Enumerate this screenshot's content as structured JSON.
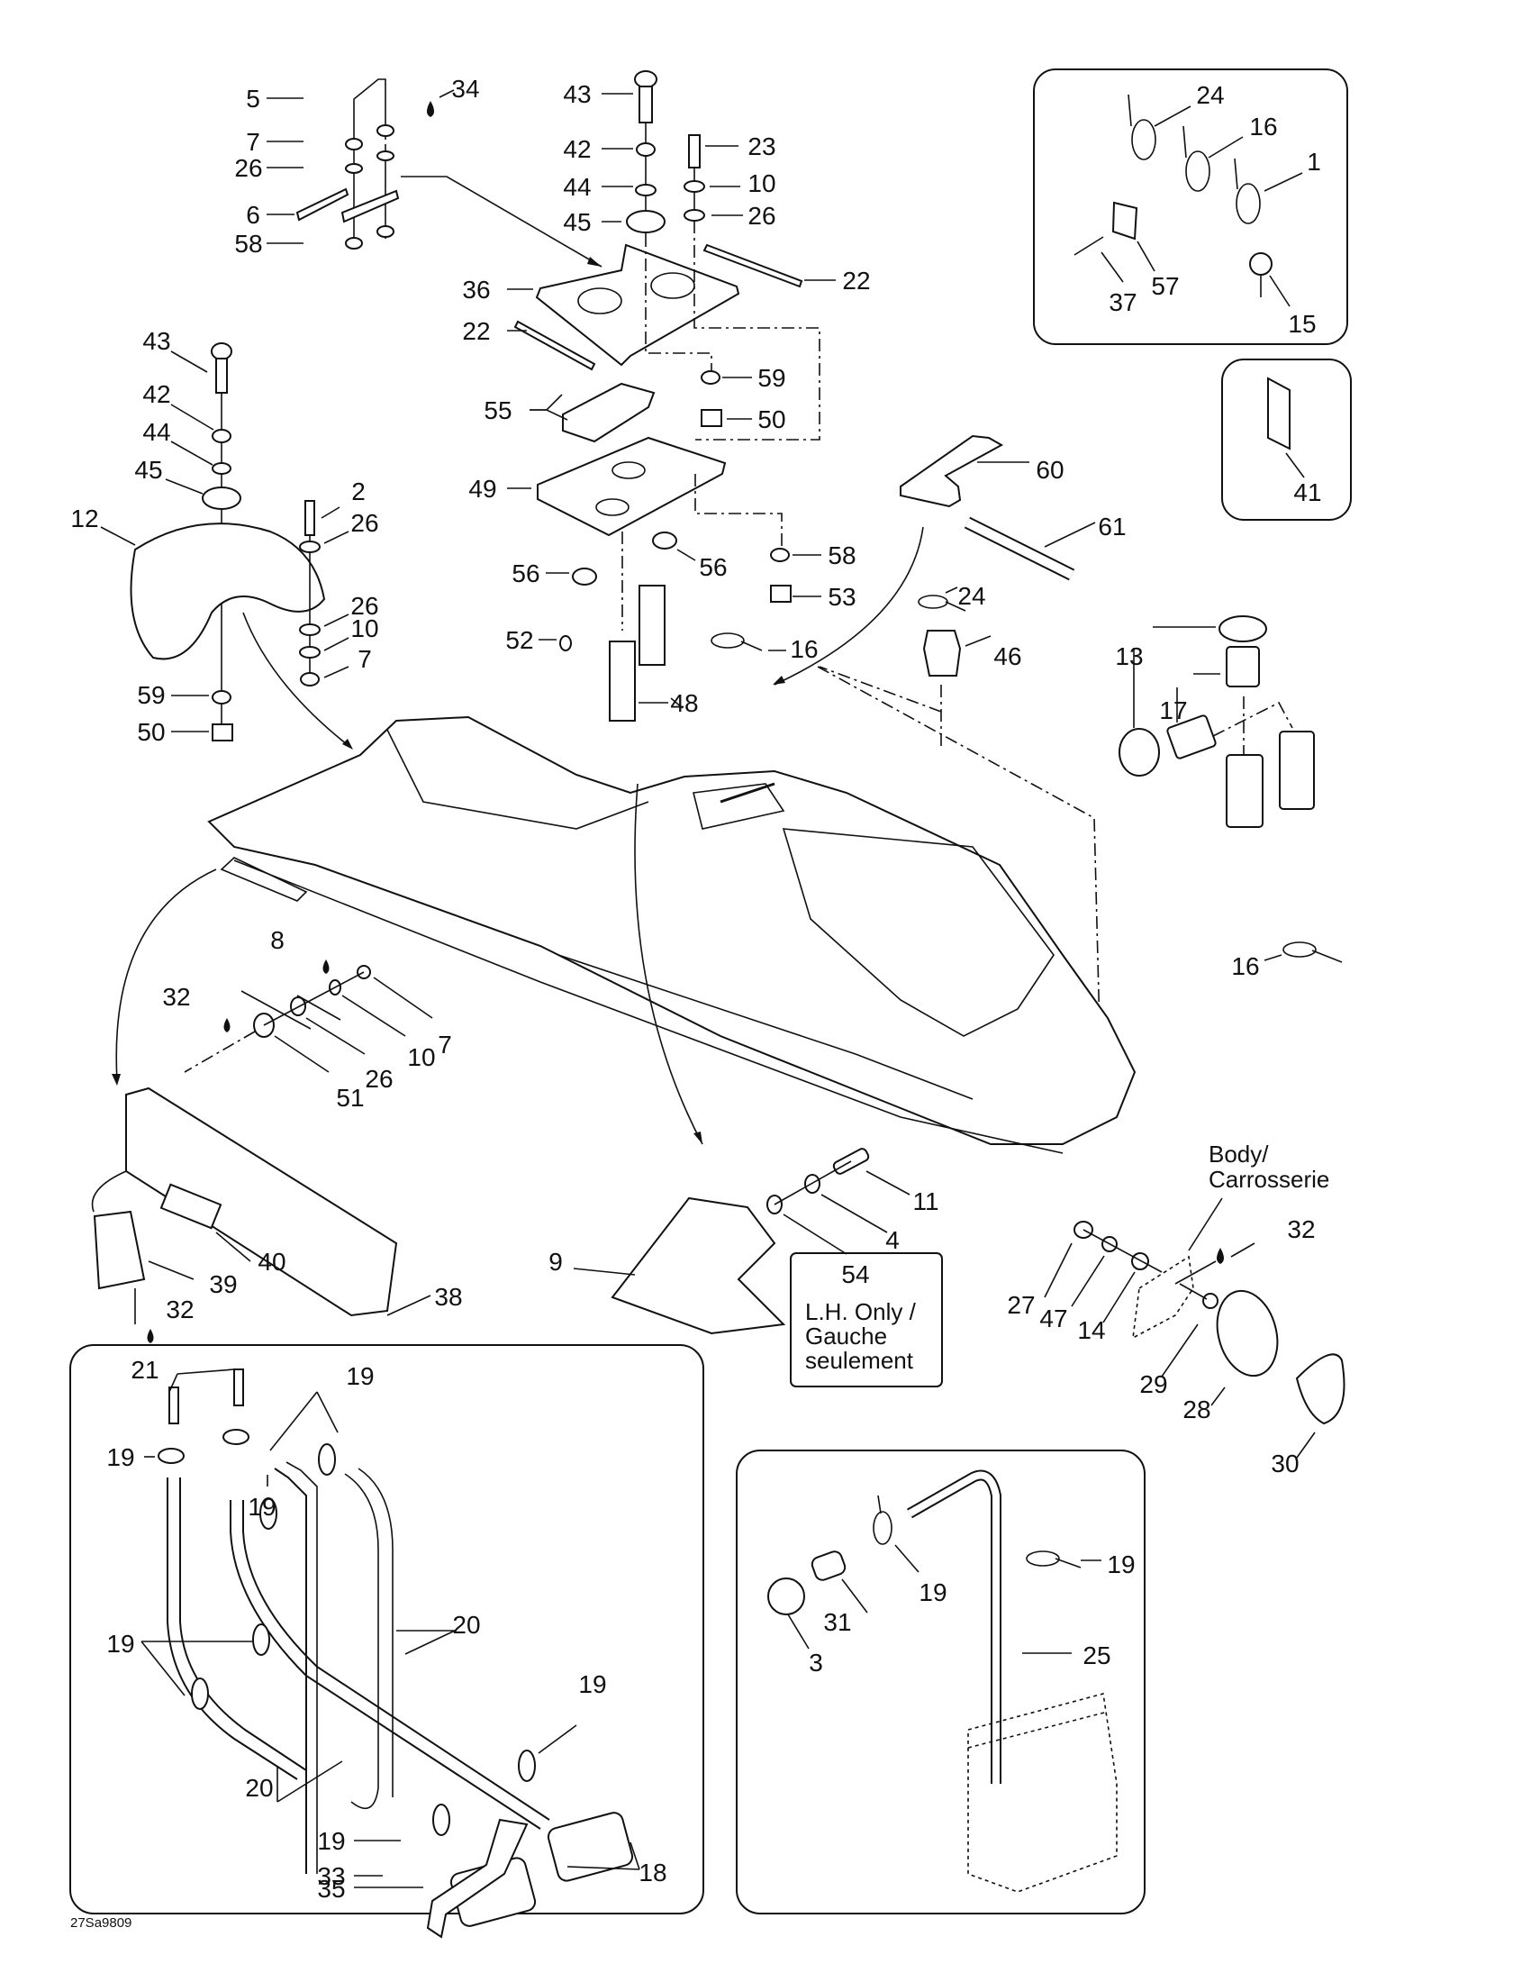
{
  "diagram": {
    "title": "Body exploded parts view",
    "drawing_code": "27Sa9809",
    "notes": {
      "lh_only_line1": "L.H. Only /",
      "lh_only_line2": "Gauche",
      "lh_only_line3": "seulement",
      "body_line1": "Body/",
      "body_line2": "Carrosserie"
    },
    "callouts": {
      "tl_5": "5",
      "tl_34": "34",
      "tl_7": "7",
      "tl_26": "26",
      "tl_6": "6",
      "tl_58": "58",
      "tc_43": "43",
      "tc_23": "23",
      "tc_42": "42",
      "tc_10": "10",
      "tc_44": "44",
      "tc_26": "26",
      "tc_45": "45",
      "tc_36": "36",
      "tc_22a": "22",
      "tc_22b": "22",
      "tc_59": "59",
      "tc_55": "55",
      "tc_50": "50",
      "tc_49": "49",
      "tc_58": "58",
      "tc_56a": "56",
      "tc_56b": "56",
      "tc_53": "53",
      "tc_52": "52",
      "tc_16": "16",
      "tc_48": "48",
      "kit_24": "24",
      "kit_16": "16",
      "kit_1": "1",
      "kit_37": "37",
      "kit_57": "57",
      "kit_15": "15",
      "clip_41": "41",
      "r_60": "60",
      "r_61": "61",
      "r_24": "24",
      "r_46": "46",
      "r_13": "13",
      "r_17": "17",
      "r_16": "16",
      "l_43": "43",
      "l_42": "42",
      "l_44": "44",
      "l_45": "45",
      "l_12": "12",
      "l_2": "2",
      "l_26a": "26",
      "l_26b": "26",
      "l_10": "10",
      "l_7": "7",
      "l_59": "59",
      "l_50": "50",
      "m_8": "8",
      "m_32": "32",
      "m_7": "7",
      "m_10": "10",
      "m_26": "26",
      "m_51": "51",
      "m_40": "40",
      "m_39": "39",
      "m_32b": "32",
      "m_38": "38",
      "m_9": "9",
      "s_11": "11",
      "s_4": "4",
      "s_54": "54",
      "b_32": "32",
      "b_27": "27",
      "b_47": "47",
      "b_14": "14",
      "b_29": "29",
      "b_28": "28",
      "b_30": "30",
      "bl_21": "21",
      "bl_19a": "19",
      "bl_19b": "19",
      "bl_19c": "19",
      "bl_19d": "19",
      "bl_20a": "20",
      "bl_19e": "19",
      "bl_20b": "20",
      "bl_19f": "19",
      "bl_33": "33",
      "bl_35": "35",
      "bl_18": "18",
      "br_19a": "19",
      "br_19b": "19",
      "br_31": "31",
      "br_3": "3",
      "br_25": "25"
    }
  }
}
